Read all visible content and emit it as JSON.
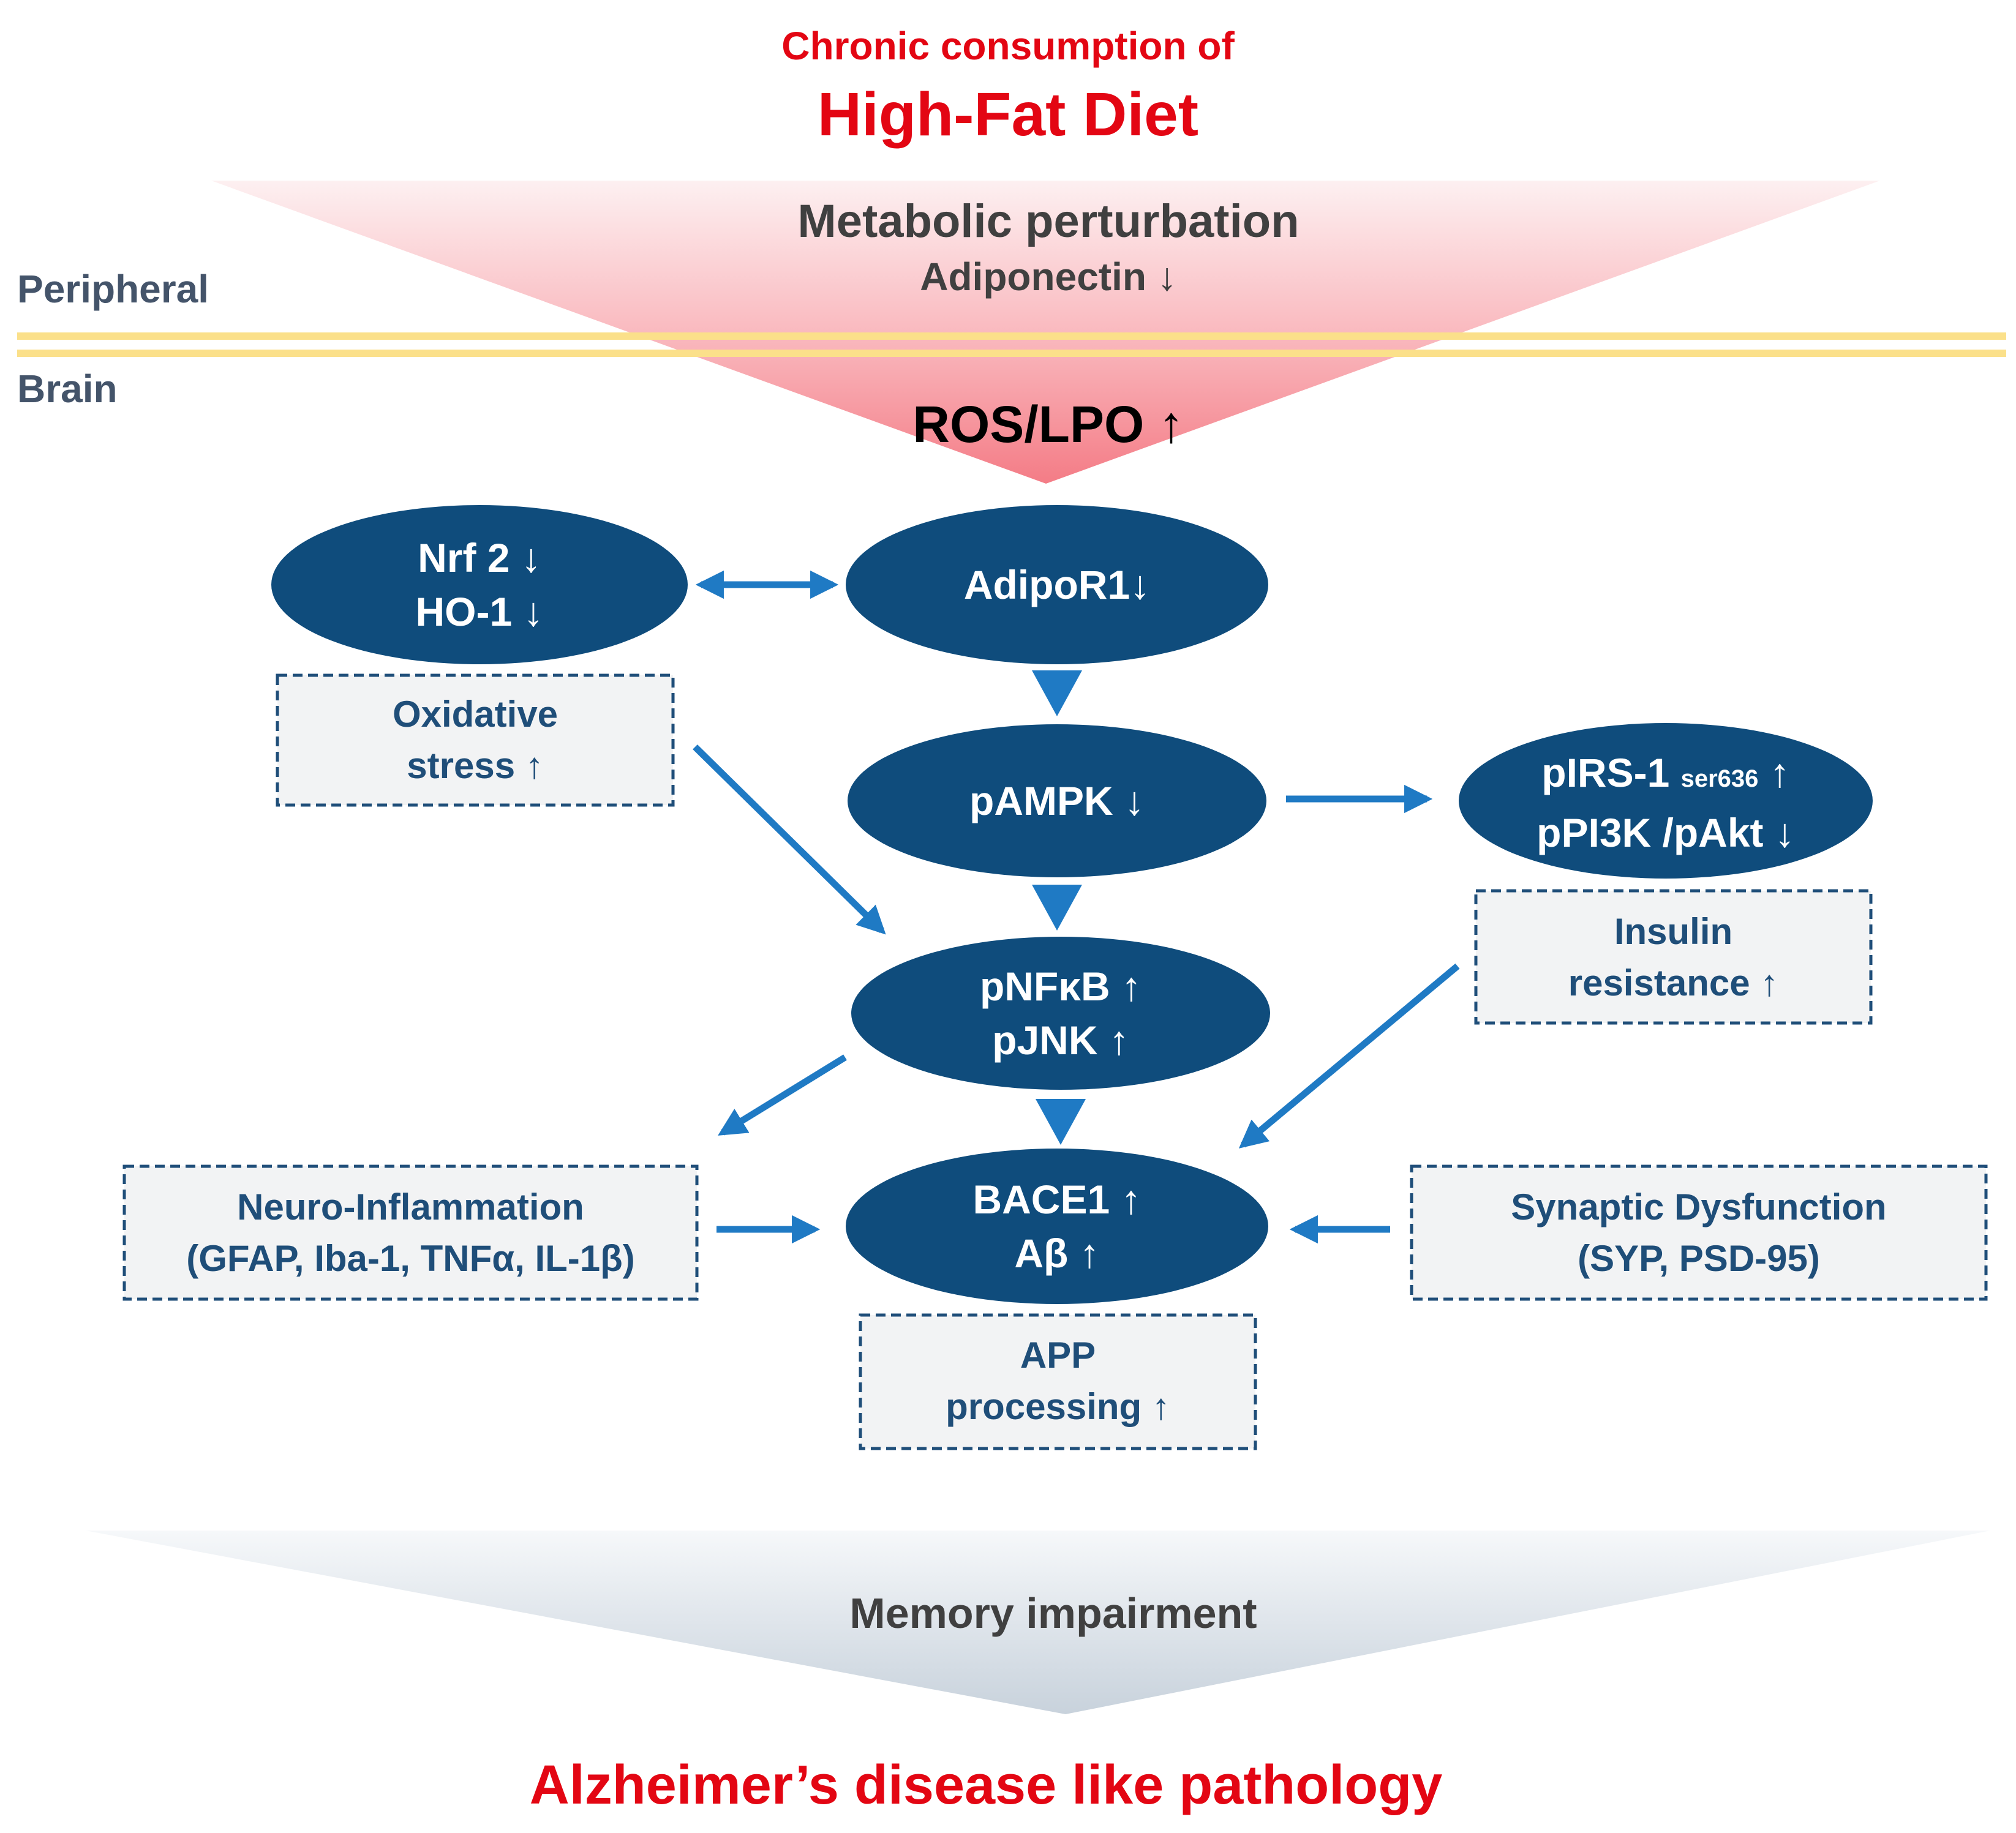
{
  "header": {
    "line1": "Chronic consumption of",
    "line2": "High-Fat Diet"
  },
  "zones": {
    "peripheral": "Peripheral",
    "brain": "Brain"
  },
  "funnel": {
    "title": "Metabolic perturbation",
    "subtitle": "Adiponectin ↓",
    "tip": "ROS/LPO ↑"
  },
  "nodes": {
    "nrf2": {
      "line1": "Nrf 2 ↓",
      "line2": "HO-1 ↓"
    },
    "adipor1": {
      "line1": "AdipoR1↓"
    },
    "pampk": {
      "line1": "pAMPK ↓"
    },
    "pirs": {
      "line1_main": "pIRS-1 ",
      "line1_sub": "ser636",
      "line1_arrow": " ↑",
      "line2": "pPI3K /pAkt ↓"
    },
    "pnfkb": {
      "line1": "pNFκB ↑",
      "line2": "pJNK ↑"
    },
    "bace1": {
      "line1": "BACE1 ↑",
      "line2": "Aβ ↑"
    }
  },
  "boxes": {
    "oxidative": {
      "line1": "Oxidative",
      "line2": "stress ↑"
    },
    "insulin": {
      "line1": "Insulin",
      "line2": "resistance ↑"
    },
    "neuro": {
      "line1": "Neuro-Inflammation",
      "line2": "(GFAP, Iba-1, TNFα, IL-1β)"
    },
    "synaptic": {
      "line1": "Synaptic Dysfunction",
      "line2": "(SYP, PSD-95)"
    },
    "app": {
      "line1": "APP",
      "line2": "processing ↑"
    }
  },
  "outcome": {
    "memory": "Memory impairment",
    "disease": "Alzheimer’s disease like pathology"
  },
  "colors": {
    "title_red": "#e30613",
    "oval_fill": "#0f4c7c",
    "arrow_blue": "#1f7ac4",
    "box_border": "#1f4e79",
    "box_fill": "#f2f3f4",
    "barrier": "#fbe08a",
    "funnel_top": "#fce8ea",
    "funnel_bottom": "#f6939c",
    "bottom_funnel": "#d4dbe3"
  }
}
